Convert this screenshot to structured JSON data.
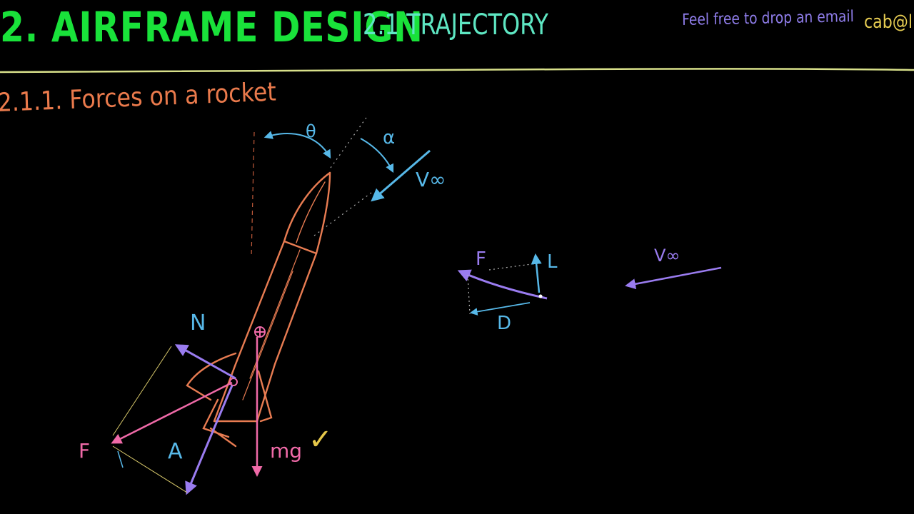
{
  "header": {
    "main_title": "2. AIRFRAME DESIGN",
    "subtitle": "2.1 TRAJECTORY",
    "contact_text": "Feel free to drop an email",
    "email_fragment": "cab@ll"
  },
  "section": {
    "heading": "2.1.1. Forces on a rocket"
  },
  "labels": {
    "theta": "θ",
    "alpha": "α",
    "v_inf": "V∞",
    "normal": "N",
    "thrust": "F",
    "axial": "A",
    "weight": "mg",
    "check": "✓",
    "right_force": "F",
    "lift": "L",
    "drag": "D",
    "right_v_inf": "V∞"
  },
  "colors": {
    "background": "#000000",
    "title_green": "#19e23a",
    "subtitle_teal": "#5ee6c2",
    "contact_purple": "#8f7dea",
    "email_yellow": "#e6cc52",
    "heading_orange": "#ea7a4c",
    "rocket_orange": "#e87c52",
    "divider_yellow": "#d8e08a",
    "blue": "#57b8e8",
    "pink": "#f06aa8",
    "purple": "#9a7cf0",
    "check_yellow": "#e6c84a"
  }
}
